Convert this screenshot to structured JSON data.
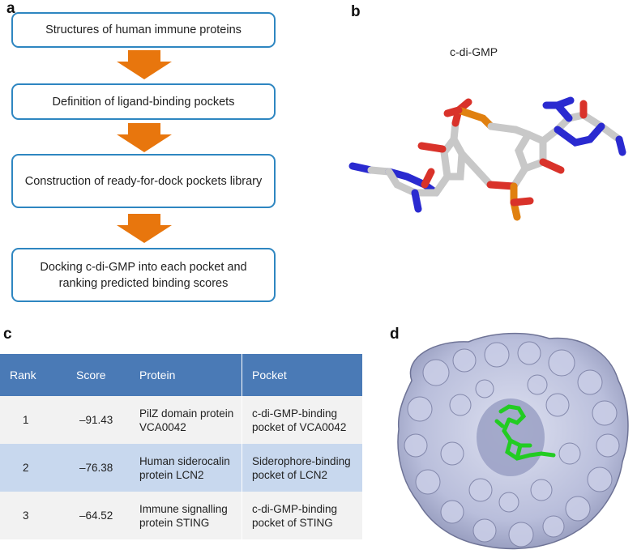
{
  "panels": {
    "a": "a",
    "b": "b",
    "c": "c",
    "d": "d"
  },
  "flowchart": {
    "steps": [
      {
        "text": "Structures of human immune proteins"
      },
      {
        "text": "Definition of ligand-binding pockets"
      },
      {
        "text": "Construction of ready-for-dock pockets library"
      },
      {
        "text": "Docking c-di-GMP into each pocket and ranking predicted binding scores"
      }
    ],
    "arrow_color": "#e8760d",
    "border_color": "#2e86c1"
  },
  "molecule": {
    "label": "c-di-GMP"
  },
  "table": {
    "headers": [
      "Rank",
      "Score",
      "Protein",
      "Pocket"
    ],
    "rows": [
      {
        "rank": "1",
        "score": "–91.43",
        "protein": "PilZ domain protein VCA0042",
        "pocket": "c-di-GMP-binding pocket of VCA0042"
      },
      {
        "rank": "2",
        "score": "–76.38",
        "protein": "Human siderocalin protein LCN2",
        "pocket": "Siderophore-binding pocket of LCN2"
      },
      {
        "rank": "3",
        "score": "–64.52",
        "protein": "Immune signalling protein STING",
        "pocket": "c-di-GMP-binding pocket of STING"
      }
    ],
    "header_color": "#4a7ab6",
    "highlight_row_color": "#c8d8ee"
  },
  "colors": {
    "carbon": "#c8c8c8",
    "oxygen": "#d9322a",
    "nitrogen": "#2a2ad0",
    "phosphorus": "#e08010",
    "surface": "#b9bedb",
    "ligand": "#22cc22"
  }
}
